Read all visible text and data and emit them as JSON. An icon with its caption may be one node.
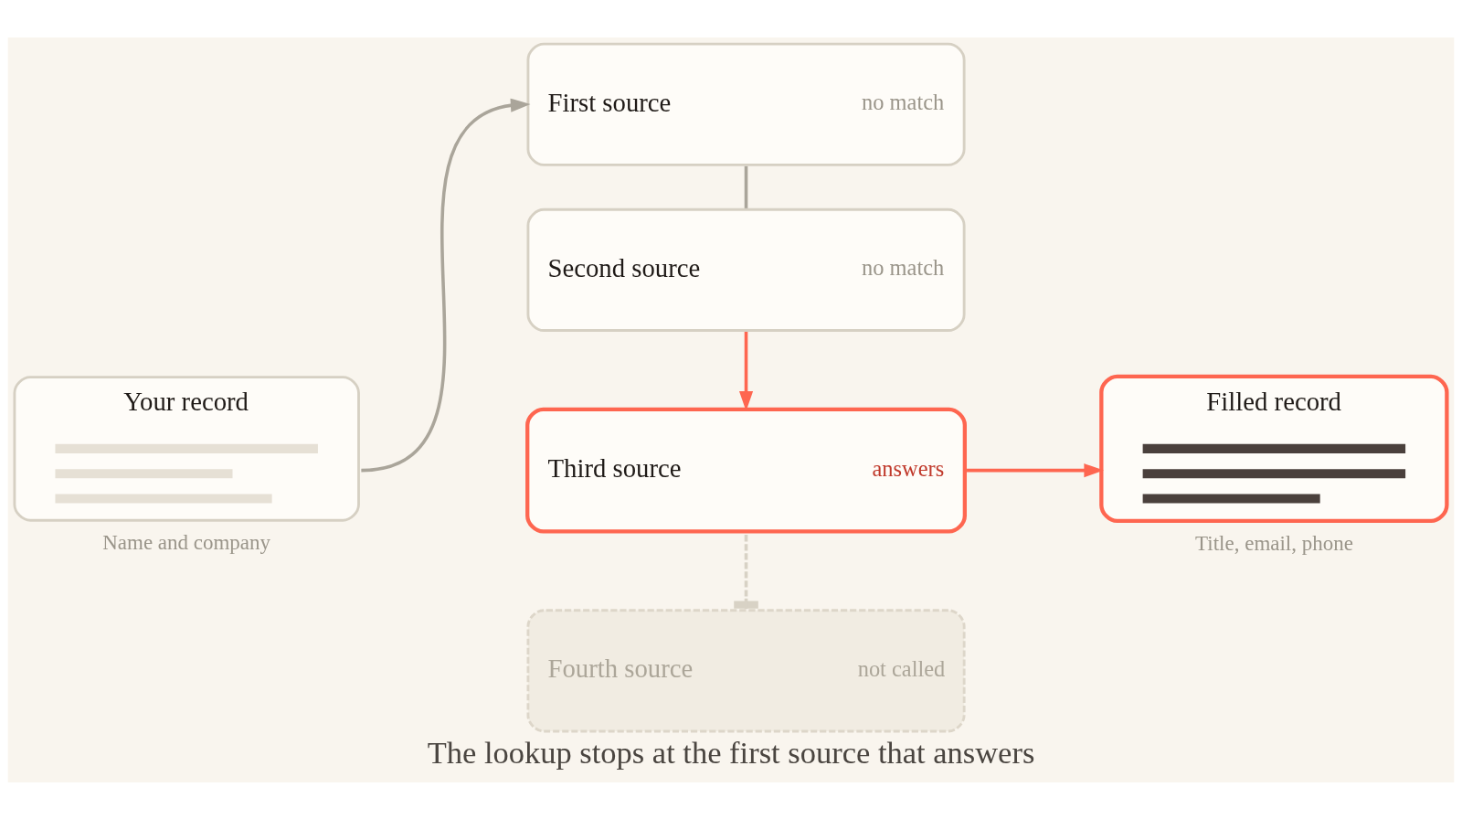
{
  "diagram": {
    "caption": "The lookup stops at the first source that answers",
    "nodes": [
      {
        "text": [
          "Your record"
        ],
        "beside": [
          "Name and company"
        ]
      },
      {
        "text": [
          "First source",
          "no match"
        ]
      },
      {
        "text": [
          "Second source",
          "no match"
        ]
      },
      {
        "text": [
          "Third source",
          "answers"
        ]
      },
      {
        "text": [
          "Fourth source",
          "not called"
        ]
      },
      {
        "text": [
          "Filled record"
        ],
        "beside": [
          "Title, email, phone"
        ]
      }
    ],
    "edges": [
      {
        "from": 0,
        "to": 1,
        "arrow": "to"
      },
      {
        "from": 1,
        "to": 2,
        "arrow": "none"
      },
      {
        "from": 2,
        "to": 3,
        "arrow": "to",
        "color": "#fe6650"
      },
      {
        "from": 3,
        "to": 4,
        "arrow": "other",
        "style": "dashed",
        "color": "#d8d2c5"
      },
      {
        "from": 3,
        "to": 5,
        "arrow": "to",
        "color": "#fe6650"
      }
    ]
  }
}
